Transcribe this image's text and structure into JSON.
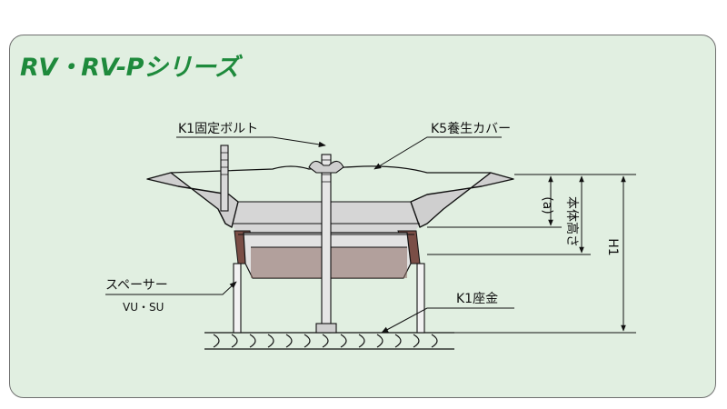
{
  "title": "RV・RV-Pシリーズ",
  "labels": {
    "fixing_bolt": "K1固定ボルト",
    "cover": "K5養生カバー",
    "spacer": "スペーサー",
    "spacer_types": "VU・SU",
    "washer": "K1座金",
    "dim_a": "(a)",
    "body_height": "本体高さ",
    "h1": "H1"
  },
  "colors": {
    "title": "#1e8a3c",
    "panel_bg": "#e1efe1",
    "panel_border": "#707070",
    "body_shade": "#cfcfcf",
    "seal": "#7a4e46"
  }
}
